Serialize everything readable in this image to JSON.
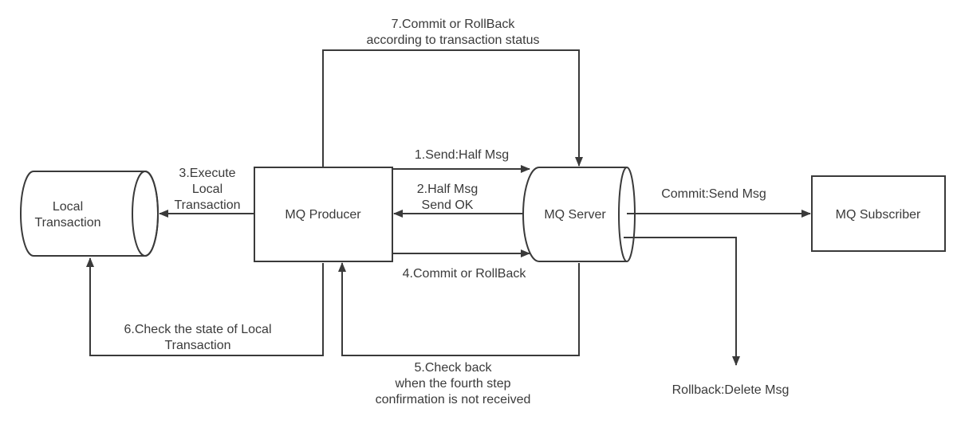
{
  "nodes": {
    "local_transaction": {
      "line1": "Local",
      "line2": "Transaction"
    },
    "mq_producer": {
      "label": "MQ Producer"
    },
    "mq_server": {
      "label": "MQ Server"
    },
    "mq_subscriber": {
      "label": "MQ Subscriber"
    }
  },
  "edges": {
    "send_half_msg": "1.Send:Half Msg",
    "half_msg_send_ok": {
      "line1": "2.Half Msg",
      "line2": "Send OK"
    },
    "execute_local_transaction": {
      "line1": "3.Execute",
      "line2": "Local",
      "line3": "Transaction"
    },
    "commit_or_rollback": "4.Commit or RollBack",
    "check_back": {
      "line1": "5.Check back",
      "line2": "when the fourth step",
      "line3": "confirmation is not received"
    },
    "check_state": {
      "line1": "6.Check the state of Local",
      "line2": "Transaction"
    },
    "commit_or_rollback_status": {
      "line1": "7.Commit or RollBack",
      "line2": "according to transaction status"
    },
    "commit_send_msg": "Commit:Send Msg",
    "rollback_delete_msg": "Rollback:Delete Msg"
  },
  "colors": {
    "stroke": "#3a3a3a",
    "text": "#3a3a3a",
    "background": "#ffffff"
  }
}
